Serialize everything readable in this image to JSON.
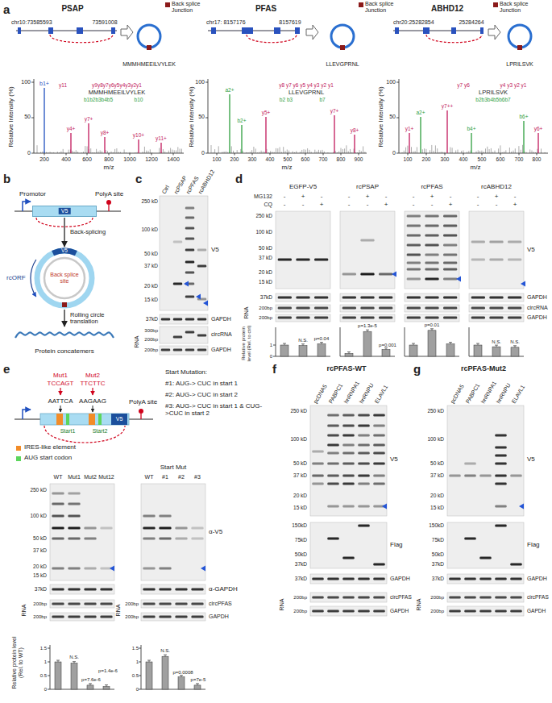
{
  "diagram": {
    "nodes": [
      {
        "text": [
          "V5"
        ]
      },
      {
        "text": [
          "V5",
          "Back splice site"
        ]
      },
      {
        "text": [
          "Protein concatemers"
        ]
      }
    ],
    "edges": [
      {
        "from": 0,
        "to": 1,
        "label": "Back-splicing",
        "arrow": "to"
      },
      {
        "from": 1,
        "to": 2,
        "label": "Rolling circle translation",
        "arrow": "to"
      }
    ],
    "labels": [
      "a",
      "PSAP",
      "chr10:73585593",
      "73591008",
      "MMMHMEEILVYLEK",
      "Relative Intensity (%)",
      "0",
      "50",
      "100",
      "200",
      "400",
      "600",
      "800",
      "1000",
      "1200",
      "1400",
      "m/z",
      "y11",
      "y9y8y7y6y5y4y3y2y1",
      "MMMHMEEILVYLEK",
      "b1b2b3b4b5",
      "b10",
      "b1+",
      "y4+",
      "y7+",
      "y8+",
      "y10+",
      "y11+",
      "PFAS",
      "chr17: 8157176",
      "8157619",
      "LLEVGPRNL",
      "Relative Intensity (%)",
      "0",
      "50",
      "100",
      "100",
      "200",
      "300",
      "400",
      "500",
      "600",
      "700",
      "800",
      "900",
      "m/z",
      "y8 y7 y6 y5 y4 y3 y2 y1",
      "LLEVGPRNL",
      "b2 b3",
      "b7",
      "a2+",
      "b2+",
      "y5+",
      "y7+",
      "y8+",
      "ABHD12",
      "chr20:25282854",
      "25284264",
      "LPRILSVK",
      "Relative Intensity (%)",
      "0",
      "50",
      "100",
      "100",
      "200",
      "300",
      "400",
      "500",
      "600",
      "700",
      "800",
      "m/z",
      "y7 y6",
      "y4 y3 y2 y1",
      "LPRILSVK",
      "b2b3b4b5b6b7",
      "y1+",
      "a2+",
      "y7++",
      "b4+",
      "b6+",
      "y6+",
      "b",
      "Promotor",
      "PolyA site",
      "rcORF",
      "c",
      "Ctrl",
      "rcPSAP",
      "rcPFAS",
      "rcABHD12",
      "250 kD",
      "100 kD",
      "50 kD",
      "37 kD",
      "20 kD",
      "15 kD",
      "V5",
      "37kD",
      "GAPDH",
      "RNA",
      "300bp",
      "200bp",
      "circRNA",
      "200bp",
      "GAPDH",
      "d",
      "EGFP-V5",
      "rcPSAP",
      "rcPFAS",
      "rcABHD12",
      "MG132",
      "CQ",
      "-",
      "+",
      "-",
      "-",
      "-",
      "+",
      "-",
      "+",
      "-",
      "-",
      "-",
      "+",
      "-",
      "+",
      "-",
      "-",
      "-",
      "+",
      "-",
      "+",
      "-",
      "-",
      "-",
      "+",
      "250 kD",
      "100 kD",
      "50 kD",
      "37 kD",
      "20 kD",
      "15 kD",
      "V5",
      "37kD",
      "GAPDH",
      "RNA",
      "200bp",
      "circRNA",
      "200bp",
      "GAPDH",
      "Relative protein level (Rel. to ctrl)",
      "0",
      "1",
      "N.S.",
      "p=0.04",
      "p=1.3e-5",
      "p=0.001",
      "p=0.01",
      "N.S.",
      "N.S.",
      "e",
      "Mut1",
      "TCCAGT",
      "Mut2",
      "TTCTTC",
      "AATTCA",
      "AAGAAG",
      "Start1",
      "Start2",
      "V5",
      "PolyA site",
      "Start Mutation:",
      "#1: AUG-> CUC in start 1",
      "#2: AUG-> CUC in start 2",
      "#3: AUG-> CUC in start 1 & CUG->CUC in start 2",
      "WT",
      "Mut1",
      "Mut2",
      "Mut12",
      "250 kD",
      "100 kD",
      "50 kD",
      "37 kD",
      "20 kD",
      "15 kD",
      "Start Mut",
      "WT",
      "#1",
      "#2",
      "#3",
      "α-V5",
      "37kD",
      "α-GAPDH",
      "RNA",
      "200bp",
      "200bp",
      "RNA",
      "200bp",
      "200bp",
      "circPFAS",
      "GAPDH",
      "Relative protein level (Rel. to WT)",
      "0",
      "0.5",
      "1",
      "1.5",
      "0",
      "0.5",
      "1",
      "1.5",
      "N.S.",
      "p=7.6e-6",
      "p=1.4e-6",
      "N.S.",
      "p=0.0008",
      "p=7e-5",
      "f",
      "rcPFAS-WT",
      "pcDNA5",
      "PABPC1",
      "hnRNPA1",
      "hnRNPU",
      "ELAVL1",
      "250 kD",
      "100 kD",
      "50 kD",
      "37 kD",
      "20 kD",
      "15 kD",
      "V5",
      "150kD",
      "75kD",
      "50kD",
      "37kD",
      "Flag",
      "37kD",
      "GAPDH",
      "RNA",
      "200bp",
      "circPFAS",
      "200bp",
      "GAPDH",
      "g",
      "rcPFAS-Mut2",
      "pcDNA5",
      "PABPC1",
      "hnRNPA1",
      "hnRNPU",
      "ELAVL1",
      "250 kD",
      "100 kD",
      "50 kD",
      "37 kD",
      "20 kD",
      "15 kD",
      "V5",
      "150kD",
      "75kD",
      "50kD",
      "37kD",
      "Flag",
      "37kD",
      "GAPDH",
      "RNA",
      "200bp",
      "circPFAS",
      "200bp",
      "GAPDH"
    ],
    "legend": [
      {
        "text": "Back splice Junction",
        "color": "#8b1a1a"
      },
      {
        "text": "Back splice Junction",
        "color": "#8b1a1a"
      },
      {
        "text": "Back splice Junction",
        "color": "#8b1a1a"
      },
      {
        "text": "IRES-like element",
        "color": "#f28c28"
      },
      {
        "text": "AUG start codon",
        "color": "#5cd65c"
      }
    ]
  }
}
